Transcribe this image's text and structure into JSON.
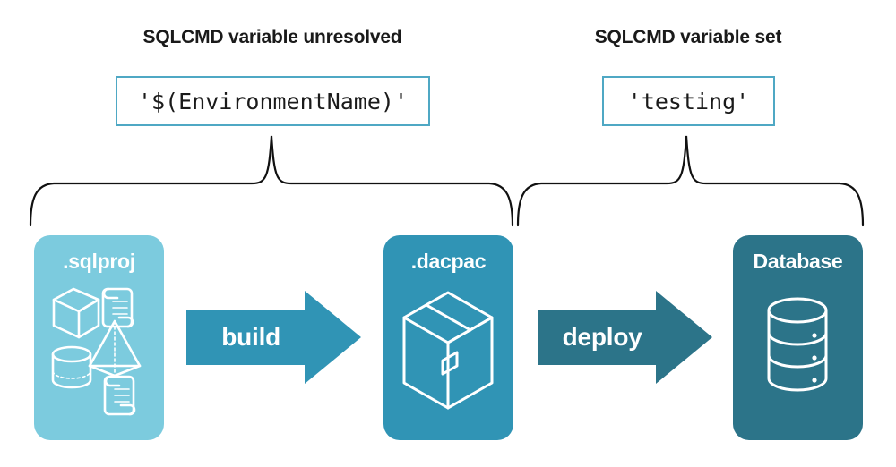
{
  "diagram": {
    "title_left": "SQLCMD variable unresolved",
    "title_right": "SQLCMD variable set",
    "code_left": "'$(EnvironmentName)'",
    "code_right": "'testing'",
    "stages": [
      {
        "label": ".sqlproj",
        "icon": "project-contents-icon",
        "color": "#7CCBDE"
      },
      {
        "label": ".dacpac",
        "icon": "package-box-icon",
        "color": "#3094B5"
      },
      {
        "label": "Database",
        "icon": "database-cylinder-icon",
        "color": "#2C7489"
      }
    ],
    "arrows": [
      {
        "label": "build",
        "color": "#3094B5"
      },
      {
        "label": "deploy",
        "color": "#2C7489"
      }
    ],
    "brace_color": "#111111",
    "code_border_color": "#4FA8C4"
  }
}
